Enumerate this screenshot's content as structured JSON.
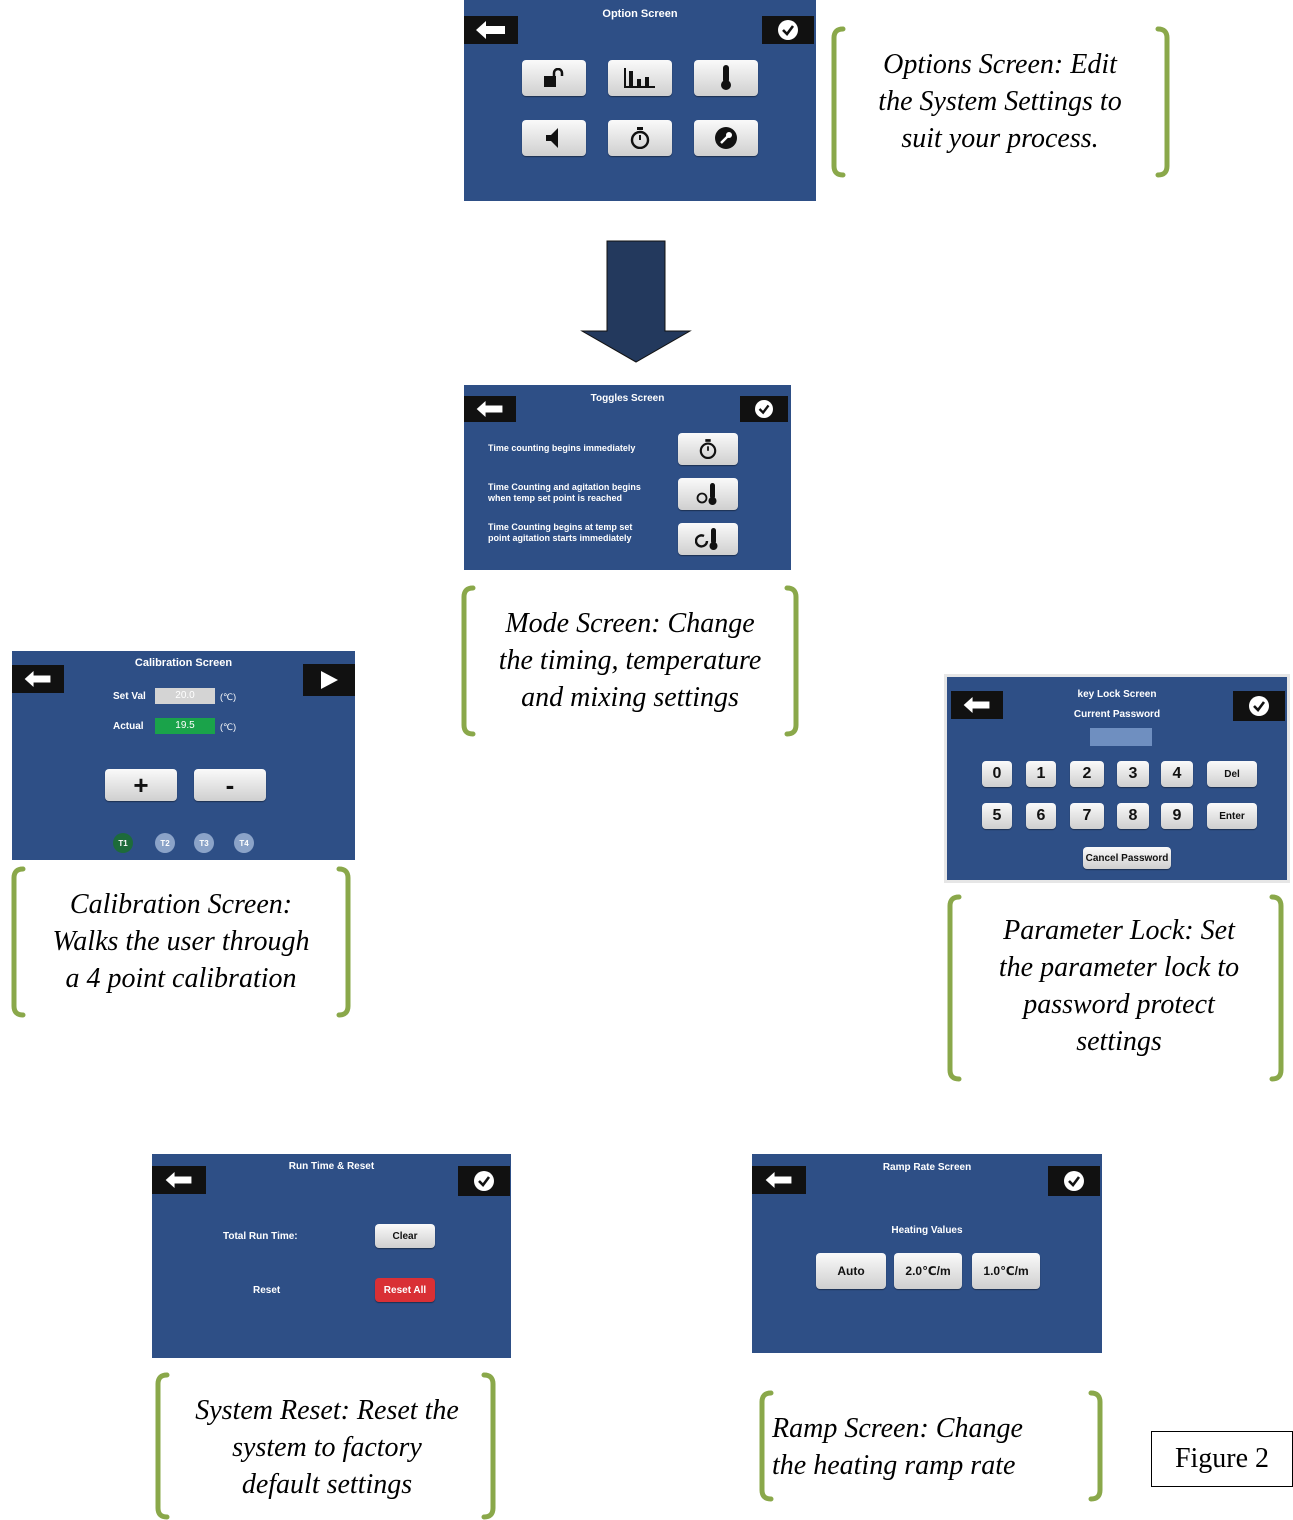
{
  "colors": {
    "screen_bg": "#2e4f86",
    "bracket": "#8aa84a",
    "arrow": "#23395d",
    "reset_red": "#d93035",
    "actual_green": "#1aa34a"
  },
  "option_screen": {
    "title": "Option Screen",
    "icons": [
      "unlock-icon",
      "bar-chart-icon",
      "thermometer-icon",
      "speaker-icon",
      "stopwatch-icon",
      "wrench-icon"
    ]
  },
  "options_caption": [
    "Options Screen: Edit",
    "the System Settings to",
    "suit your process."
  ],
  "toggles_screen": {
    "title": "Toggles Screen",
    "rows": [
      {
        "text": [
          "Time counting begins immediately"
        ],
        "icon": "stopwatch-icon"
      },
      {
        "text": [
          "Time Counting and agitation begins",
          "when temp set point is reached"
        ],
        "icon": "stopwatch-thermometer-icon"
      },
      {
        "text": [
          "Time Counting begins at temp set",
          "point agitation starts immediately"
        ],
        "icon": "rotate-thermometer-icon"
      }
    ]
  },
  "mode_caption": [
    "Mode Screen: Change",
    "the timing, temperature",
    "and mixing settings"
  ],
  "calibration_screen": {
    "title": "Calibration Screen",
    "set_label": "Set Val",
    "set_value": "20.0",
    "actual_label": "Actual",
    "actual_value": "19.5",
    "unit": "(℃)",
    "plus": "+",
    "minus": "-",
    "points": [
      "T1",
      "T2",
      "T3",
      "T4"
    ]
  },
  "calibration_caption": [
    "Calibration Screen:",
    "Walks the user through",
    "a 4 point calibration"
  ],
  "keylock_screen": {
    "title": "key Lock Screen",
    "subtitle": "Current Password",
    "keys_row1": [
      "0",
      "1",
      "2",
      "3",
      "4"
    ],
    "keys_row2": [
      "5",
      "6",
      "7",
      "8",
      "9"
    ],
    "del": "Del",
    "enter": "Enter",
    "cancel": "Cancel Password"
  },
  "keylock_caption": [
    "Parameter Lock: Set",
    "the parameter lock to",
    "password protect",
    "settings"
  ],
  "runtime_screen": {
    "title": "Run Time & Reset",
    "total_label": "Total Run Time:",
    "clear": "Clear",
    "reset_label": "Reset",
    "reset_all": "Reset All"
  },
  "runtime_caption": [
    "System Reset: Reset the",
    "system to factory",
    "default settings"
  ],
  "ramp_screen": {
    "title": "Ramp Rate Screen",
    "subtitle": "Heating Values",
    "options": [
      "Auto",
      "2.0℃/m",
      "1.0℃/m"
    ]
  },
  "ramp_caption": [
    "Ramp Screen: Change",
    "the heating ramp rate"
  ],
  "figure_label": "Figure 2"
}
